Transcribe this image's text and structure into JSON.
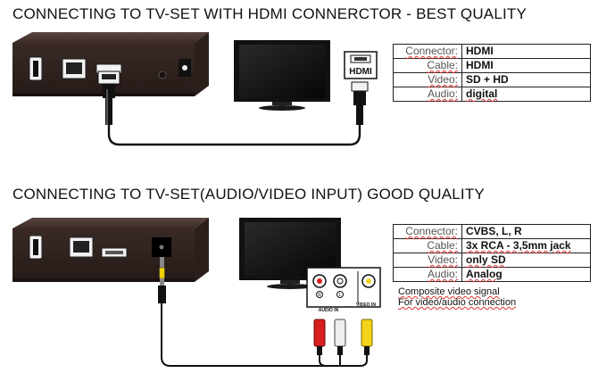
{
  "sections": [
    {
      "heading": "CONNECTING TO TV-SET WITH HDMI CONNERCTOR - BEST QUALITY",
      "port_label": "HDMI",
      "specs": [
        {
          "key": "Connector:",
          "value": "HDMI"
        },
        {
          "key": "Cable:",
          "value": "HDMI"
        },
        {
          "key": "Video:",
          "value": "SD + HD"
        },
        {
          "key": "Audio:",
          "value": "digital"
        }
      ]
    },
    {
      "heading": "CONNECTING TO TV-SET(AUDIO/VIDEO INPUT) GOOD QUALITY",
      "panel_labels": {
        "audio_in": "AUDIO IN",
        "video_in": "VIDEO IN",
        "jack_r": "R",
        "jack_l": "L"
      },
      "specs": [
        {
          "key": "Connector:",
          "value": "CVBS, L, R"
        },
        {
          "key": "Cable:",
          "value": "3x RCA - 3,5mm jack"
        },
        {
          "key": "Video:",
          "value": "only SD"
        },
        {
          "key": "Audio:",
          "value": "Analog"
        }
      ],
      "notes": [
        "Composite video signal",
        "For video/audio connection"
      ]
    }
  ],
  "colors": {
    "box": "#3a2a26",
    "box_top": "#4a3631",
    "rca_red": "#d81e1e",
    "rca_white": "#eeeeee",
    "rca_yellow": "#f2d21a",
    "jack_yellow": "#f0d000"
  }
}
